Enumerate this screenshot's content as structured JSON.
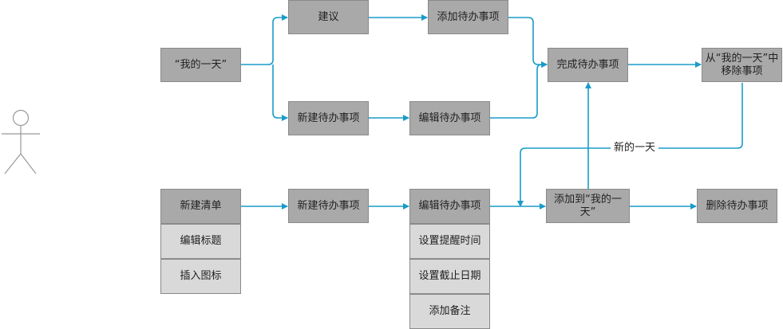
{
  "colors": {
    "arrow": "#1a9cc8",
    "node_dark": "#a9a9a9",
    "node_light": "#d9d9d9",
    "border": "#8a8a8a",
    "actor": "#999999"
  },
  "actor": {
    "icon": "stick-figure-actor-icon"
  },
  "nodes": {
    "my_day": "“我的一天”",
    "suggest": "建议",
    "add_todo": "添加待办事项",
    "new_todo_top": "新建待办事项",
    "edit_todo_top": "编辑待办事项",
    "complete_todo": "完成待办事项",
    "remove_from_my_day": "从“我的一天”中\n移除事项",
    "new_list": "新建清单",
    "edit_title": "编辑标题",
    "insert_icon": "插入图标",
    "new_todo_bottom": "新建待办事项",
    "edit_todo_bottom": "编辑待办事项",
    "set_reminder": "设置提醒时间",
    "set_due_date": "设置截止日期",
    "add_note": "添加备注",
    "add_to_my_day": "添加到“我的一天”",
    "delete_todo": "删除待办事项"
  },
  "edge_labels": {
    "new_day": "新的一天"
  }
}
